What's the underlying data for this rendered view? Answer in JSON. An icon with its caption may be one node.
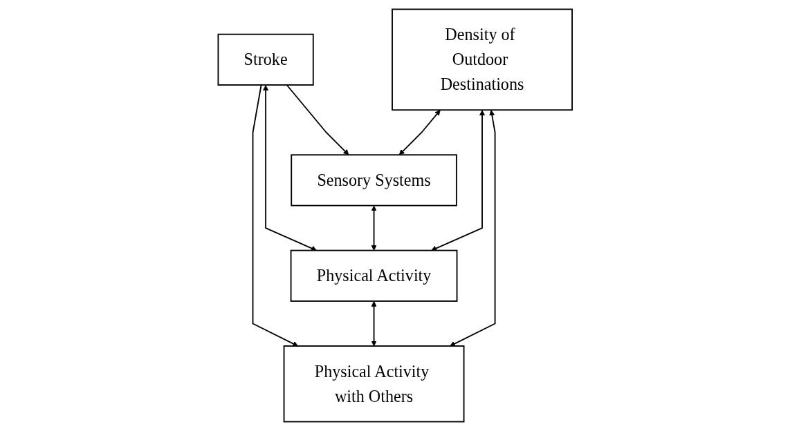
{
  "diagram": {
    "nodes": [
      {
        "text": [
          "Stroke"
        ]
      },
      {
        "text": [
          "Sensory Systems"
        ]
      },
      {
        "text": [
          "Physical Activity"
        ]
      },
      {
        "text": [
          "Physical Activity with Others"
        ]
      },
      {
        "text": [
          "Density of Outdoor Destinations"
        ]
      }
    ],
    "edges": [
      {
        "from": 0,
        "to": 2,
        "arrow": "both"
      },
      {
        "from": 0,
        "to": 1,
        "arrow": "to"
      },
      {
        "from": 0,
        "to": 3,
        "arrow": "to"
      },
      {
        "from": 1,
        "to": 2,
        "arrow": "both"
      },
      {
        "from": 2,
        "to": 3,
        "arrow": "both"
      },
      {
        "from": 4,
        "to": 1,
        "arrow": "both"
      },
      {
        "from": 4,
        "to": 2,
        "arrow": "both"
      },
      {
        "from": 4,
        "to": 3,
        "arrow": "both"
      }
    ]
  }
}
